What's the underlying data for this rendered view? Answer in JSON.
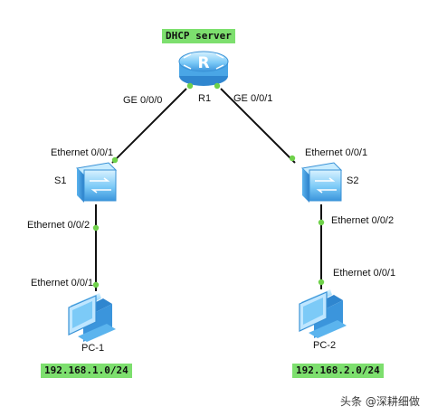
{
  "dhcp_tag": "DHCP server",
  "router": {
    "name": "R1",
    "port_left": "GE 0/0/0",
    "port_right": "GE 0/0/1"
  },
  "switch1": {
    "name": "S1",
    "port_up": "Ethernet 0/0/1",
    "port_down": "Ethernet 0/0/2"
  },
  "switch2": {
    "name": "S2",
    "port_up": "Ethernet 0/0/1",
    "port_down": "Ethernet 0/0/2"
  },
  "pc1": {
    "name": "PC-1",
    "port": "Ethernet 0/0/1",
    "subnet": "192.168.1.0/24"
  },
  "pc2": {
    "name": "PC-2",
    "port": "Ethernet 0/0/1",
    "subnet": "192.168.2.0/24"
  },
  "watermark": "头条 @深耕细做",
  "colors": {
    "link": "#111111",
    "port_dot": "#6fd14a",
    "tag_bg": "#7ddf6e",
    "device_light": "#bfe6ff",
    "device_mid": "#6fc2f5",
    "device_dark": "#2f8fd8"
  }
}
